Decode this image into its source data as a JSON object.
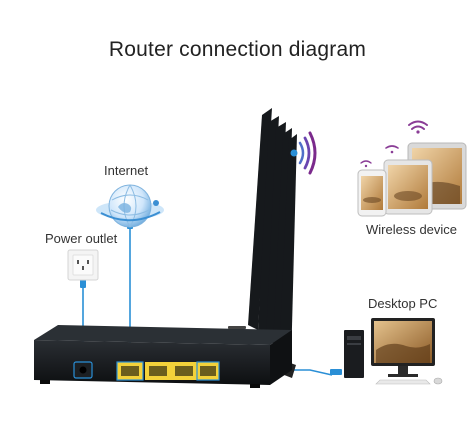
{
  "title": "Router connection diagram",
  "labels": {
    "internet": "Internet",
    "power_outlet": "Power outlet",
    "wireless_device": "Wireless device",
    "desktop_pc": "Desktop PC"
  },
  "colors": {
    "cable": "#2a8fd6",
    "wifi_signal": "#7b2a8c",
    "router_body": "#15181c",
    "lan_port_highlight": "#f3d23a"
  },
  "icons": [
    "globe-icon",
    "power-outlet-icon",
    "wifi-signal-icon",
    "router-icon",
    "tablet-icon",
    "phone-icon",
    "desktop-pc-icon"
  ]
}
